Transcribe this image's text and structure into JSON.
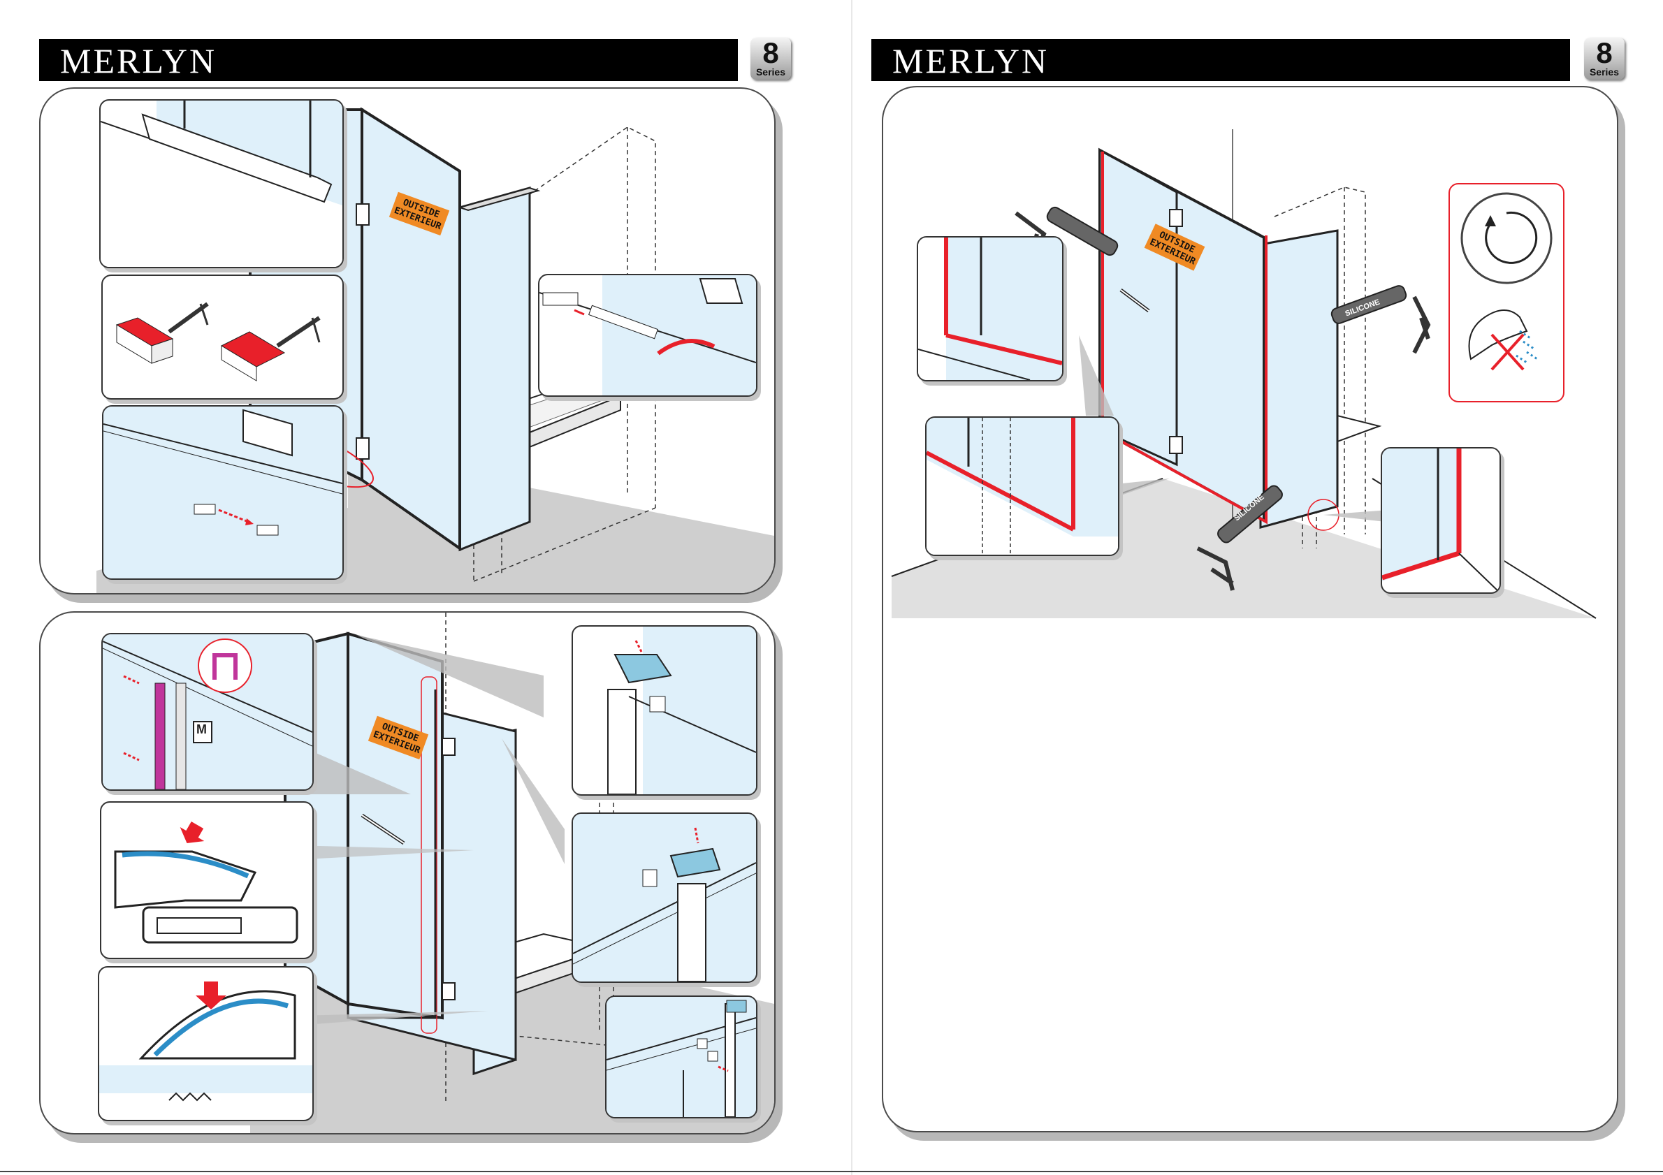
{
  "pages": [
    {
      "brand": "MERLYN",
      "badge": {
        "number": "8",
        "label": "Series"
      }
    },
    {
      "brand": "MERLYN",
      "badge": {
        "number": "8",
        "label": "Series"
      }
    }
  ],
  "door_label": {
    "line1": "OUTSIDE",
    "line2": "EXTERIEUR"
  },
  "sealant_label": "SILICONE",
  "hinge_cap_letter": "M",
  "colors": {
    "header": "#000000",
    "glass": "#dff0fa",
    "accent_red": "#e8202a",
    "seal_magenta": "#c0359b",
    "cap_blue": "#8cc8e0",
    "tag_orange": "#f08a24",
    "floor": "#cfcfcf"
  },
  "icons": [
    "caulking-gun-icon",
    "clock-arrow-icon",
    "shower-head-icon",
    "no-water-cross-icon",
    "push-arrow-icon"
  ]
}
